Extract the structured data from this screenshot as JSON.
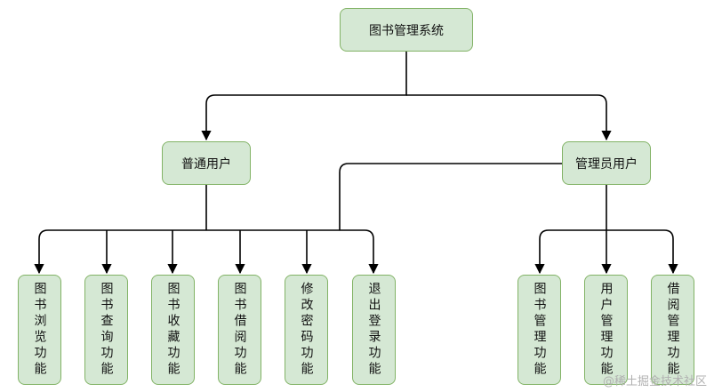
{
  "root": {
    "label": "图书管理系统"
  },
  "roles": [
    {
      "label": "普通用户"
    },
    {
      "label": "管理员用户"
    }
  ],
  "functions": [
    {
      "label": "图书浏览功能"
    },
    {
      "label": "图书查询功能"
    },
    {
      "label": "图书收藏功能"
    },
    {
      "label": "图书借阅功能"
    },
    {
      "label": "修改密码功能"
    },
    {
      "label": "退出登录功能"
    },
    {
      "label": "图书管理功能"
    },
    {
      "label": "用户管理功能"
    },
    {
      "label": "借阅管理功能"
    }
  ],
  "watermark": "@稀土掘金技术社区",
  "colors": {
    "fill": "#d5e8d4",
    "border": "#82b366",
    "line": "#000000"
  }
}
